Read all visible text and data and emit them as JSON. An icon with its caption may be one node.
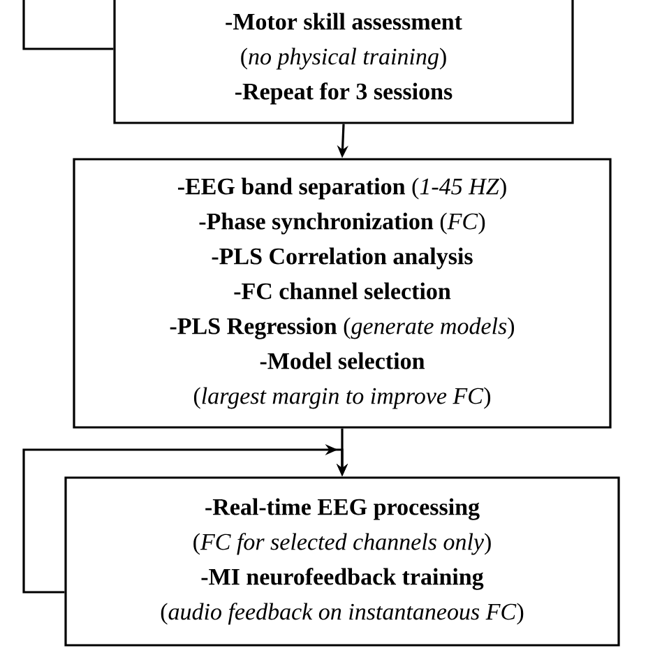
{
  "diagram": {
    "nodes": [
      {
        "text": [
          "**-Motor skill assessment**",
          "(*no physical training*)",
          "**-Repeat for 3 sessions**"
        ]
      },
      {
        "text": [
          "**-EEG band separation** (*1-45 HZ*)",
          "**-Phase synchronization** (*FC*)",
          "**-PLS Correlation analysis**",
          "**-FC channel selection**",
          "**-PLS Regression** (*generate models*)",
          "**-Model selection**",
          "(*largest margin to improve FC*)"
        ]
      },
      {
        "text": [
          "**-Real-time EEG processing**",
          "(*FC for selected channels only*)",
          "**-MI neurofeedback training**",
          "(*audio feedback on instantaneous FC*)"
        ]
      }
    ],
    "edges": [
      {
        "from": 0,
        "to": 1,
        "arrow": "to"
      },
      {
        "from": 1,
        "to": 2,
        "arrow": "to"
      },
      {
        "from": 2,
        "to": 2,
        "arrow": "to"
      },
      {
        "from": 0,
        "to": null,
        "arrow": "none"
      }
    ]
  }
}
